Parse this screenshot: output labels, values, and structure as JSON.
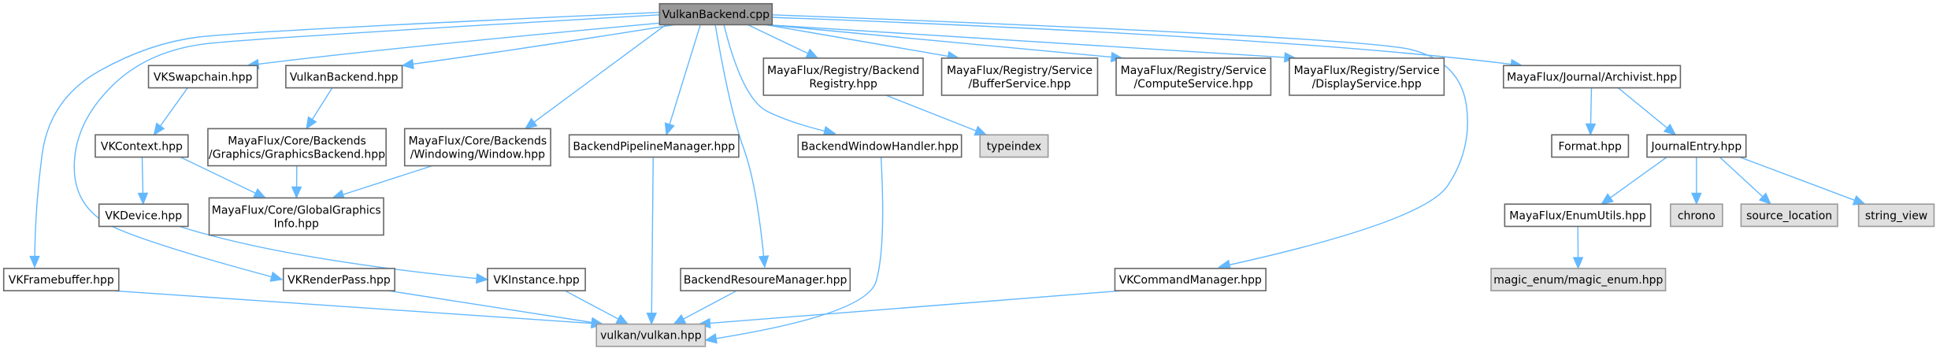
{
  "diagram": {
    "type": "include-dependency-graph",
    "root": "VulkanBackend.cpp",
    "colors": {
      "edge": "#63b8ff",
      "root_fill": "#999999",
      "node_fill": "#ffffff",
      "external_fill": "#e0e0e0",
      "border": "#666666"
    },
    "nodes": [
      {
        "id": "root",
        "kind": "root",
        "lines": [
          "VulkanBackend.cpp"
        ]
      },
      {
        "id": "vkswapchain",
        "kind": "normal",
        "lines": [
          "VKSwapchain.hpp"
        ]
      },
      {
        "id": "vulkanbackend_hpp",
        "kind": "normal",
        "lines": [
          "VulkanBackend.hpp"
        ]
      },
      {
        "id": "backendregistry",
        "kind": "normal",
        "lines": [
          "MayaFlux/Registry/Backend",
          "Registry.hpp"
        ]
      },
      {
        "id": "bufferservice",
        "kind": "normal",
        "lines": [
          "MayaFlux/Registry/Service",
          "/BufferService.hpp"
        ]
      },
      {
        "id": "computeservice",
        "kind": "normal",
        "lines": [
          "MayaFlux/Registry/Service",
          "/ComputeService.hpp"
        ]
      },
      {
        "id": "displayservice",
        "kind": "normal",
        "lines": [
          "MayaFlux/Registry/Service",
          "/DisplayService.hpp"
        ]
      },
      {
        "id": "archivist",
        "kind": "normal",
        "lines": [
          "MayaFlux/Journal/Archivist.hpp"
        ]
      },
      {
        "id": "vkcontext",
        "kind": "normal",
        "lines": [
          "VKContext.hpp"
        ]
      },
      {
        "id": "graphicsbackend",
        "kind": "normal",
        "lines": [
          "MayaFlux/Core/Backends",
          "/Graphics/GraphicsBackend.hpp"
        ]
      },
      {
        "id": "window",
        "kind": "normal",
        "lines": [
          "MayaFlux/Core/Backends",
          "/Windowing/Window.hpp"
        ]
      },
      {
        "id": "pipelinemanager",
        "kind": "normal",
        "lines": [
          "BackendPipelineManager.hpp"
        ]
      },
      {
        "id": "windowhandler",
        "kind": "normal",
        "lines": [
          "BackendWindowHandler.hpp"
        ]
      },
      {
        "id": "typeindex",
        "kind": "external",
        "lines": [
          "typeindex"
        ]
      },
      {
        "id": "format",
        "kind": "normal",
        "lines": [
          "Format.hpp"
        ]
      },
      {
        "id": "journalentry",
        "kind": "normal",
        "lines": [
          "JournalEntry.hpp"
        ]
      },
      {
        "id": "vkdevice",
        "kind": "normal",
        "lines": [
          "VKDevice.hpp"
        ]
      },
      {
        "id": "globalgraphicsinfo",
        "kind": "normal",
        "lines": [
          "MayaFlux/Core/GlobalGraphics",
          "Info.hpp"
        ]
      },
      {
        "id": "enumutils",
        "kind": "normal",
        "lines": [
          "MayaFlux/EnumUtils.hpp"
        ]
      },
      {
        "id": "chrono",
        "kind": "external",
        "lines": [
          "chrono"
        ]
      },
      {
        "id": "source_location",
        "kind": "external",
        "lines": [
          "source_location"
        ]
      },
      {
        "id": "string_view",
        "kind": "external",
        "lines": [
          "string_view"
        ]
      },
      {
        "id": "vkframebuffer",
        "kind": "normal",
        "lines": [
          "VKFramebuffer.hpp"
        ]
      },
      {
        "id": "vkrenderpass",
        "kind": "normal",
        "lines": [
          "VKRenderPass.hpp"
        ]
      },
      {
        "id": "vkinstance",
        "kind": "normal",
        "lines": [
          "VKInstance.hpp"
        ]
      },
      {
        "id": "resourcemanager",
        "kind": "normal",
        "lines": [
          "BackendResoureManager.hpp"
        ]
      },
      {
        "id": "commandmanager",
        "kind": "normal",
        "lines": [
          "VKCommandManager.hpp"
        ]
      },
      {
        "id": "magic_enum",
        "kind": "external",
        "lines": [
          "magic_enum/magic_enum.hpp"
        ]
      },
      {
        "id": "vulkan_hpp",
        "kind": "external",
        "lines": [
          "vulkan/vulkan.hpp"
        ]
      }
    ],
    "edges": [
      [
        "root",
        "vkswapchain"
      ],
      [
        "root",
        "vulkanbackend_hpp"
      ],
      [
        "root",
        "backendregistry"
      ],
      [
        "root",
        "bufferservice"
      ],
      [
        "root",
        "computeservice"
      ],
      [
        "root",
        "displayservice"
      ],
      [
        "root",
        "archivist"
      ],
      [
        "root",
        "window"
      ],
      [
        "root",
        "pipelinemanager"
      ],
      [
        "root",
        "windowhandler"
      ],
      [
        "root",
        "resourcemanager"
      ],
      [
        "root",
        "commandmanager"
      ],
      [
        "root",
        "vkframebuffer"
      ],
      [
        "root",
        "vkrenderpass"
      ],
      [
        "vkswapchain",
        "vkcontext"
      ],
      [
        "vulkanbackend_hpp",
        "graphicsbackend"
      ],
      [
        "vkcontext",
        "vkdevice"
      ],
      [
        "vkcontext",
        "globalgraphicsinfo"
      ],
      [
        "graphicsbackend",
        "globalgraphicsinfo"
      ],
      [
        "window",
        "globalgraphicsinfo"
      ],
      [
        "vkdevice",
        "vkinstance"
      ],
      [
        "backendregistry",
        "typeindex"
      ],
      [
        "archivist",
        "format"
      ],
      [
        "archivist",
        "journalentry"
      ],
      [
        "journalentry",
        "enumutils"
      ],
      [
        "journalentry",
        "chrono"
      ],
      [
        "journalentry",
        "source_location"
      ],
      [
        "journalentry",
        "string_view"
      ],
      [
        "enumutils",
        "magic_enum"
      ],
      [
        "vkframebuffer",
        "vulkan_hpp"
      ],
      [
        "vkrenderpass",
        "vulkan_hpp"
      ],
      [
        "vkinstance",
        "vulkan_hpp"
      ],
      [
        "pipelinemanager",
        "vulkan_hpp"
      ],
      [
        "resourcemanager",
        "vulkan_hpp"
      ],
      [
        "windowhandler",
        "vulkan_hpp"
      ],
      [
        "commandmanager",
        "vulkan_hpp"
      ]
    ]
  }
}
